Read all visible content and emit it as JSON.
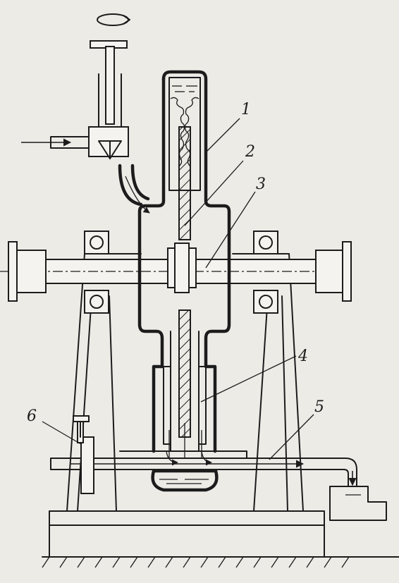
{
  "callouts": [
    {
      "id": "1",
      "label": "1"
    },
    {
      "id": "2",
      "label": "2"
    },
    {
      "id": "3",
      "label": "3"
    },
    {
      "id": "4",
      "label": "4"
    },
    {
      "id": "5",
      "label": "5"
    },
    {
      "id": "6",
      "label": "6"
    }
  ],
  "colors": {
    "ink": "#1c1c1c",
    "paper": "#ecebe6"
  }
}
